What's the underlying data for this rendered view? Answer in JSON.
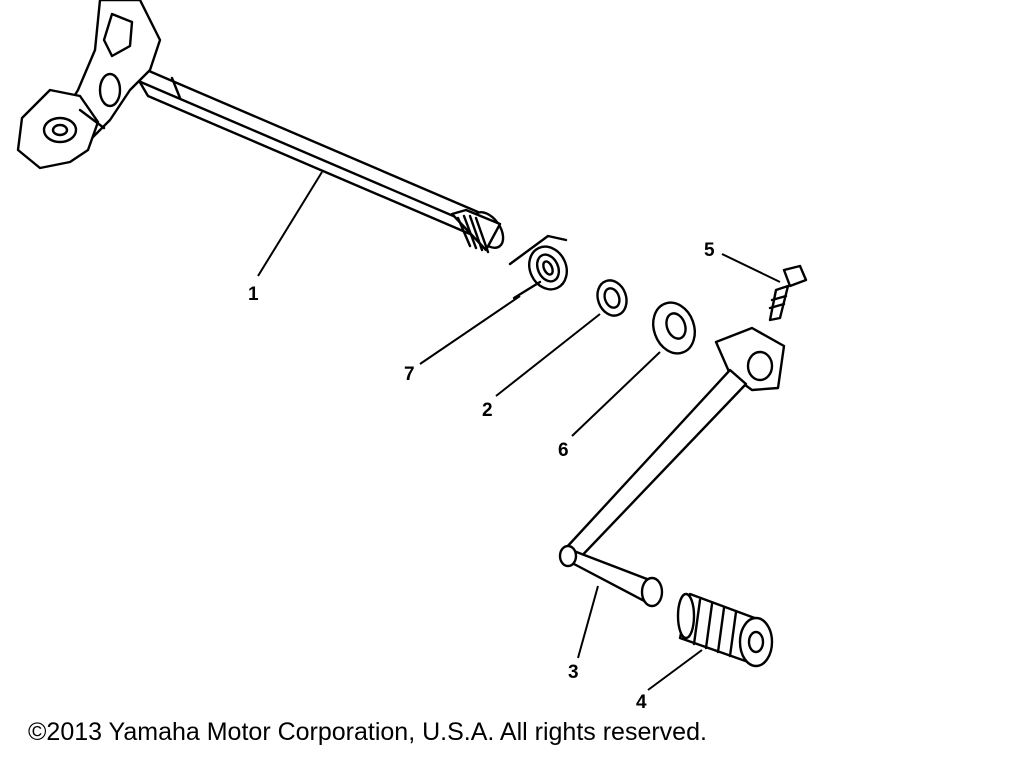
{
  "diagram": {
    "callouts": [
      "1",
      "7",
      "2",
      "6",
      "5",
      "3",
      "4"
    ]
  },
  "footer": {
    "copyright": "©2013 Yamaha Motor Corporation, U.S.A. All rights reserved."
  }
}
